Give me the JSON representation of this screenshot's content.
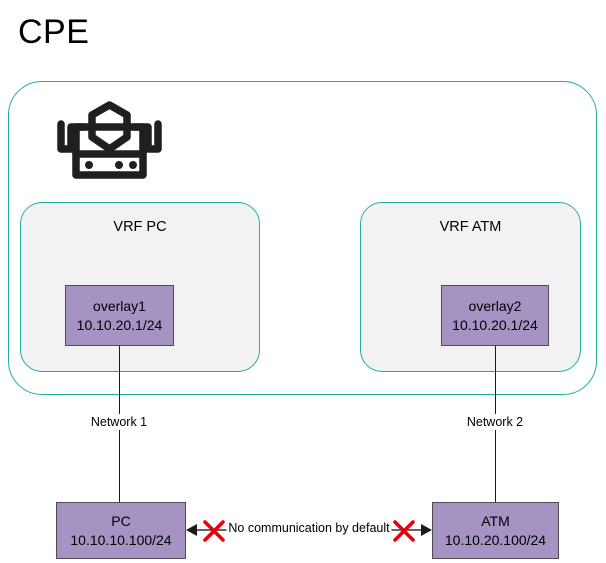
{
  "title": "CPE",
  "colors": {
    "container_border": "#23ad9d",
    "vrf_border": "#23ad9d",
    "vrf_fill": "#f2f2f2",
    "node_fill": "#a593c4",
    "node_border": "#4d4d4d",
    "line": "#1a1a1a",
    "x_mark": "#e8000d",
    "text": "#000000"
  },
  "device": {
    "icon": "firewall-gateway-icon"
  },
  "vrfs": [
    {
      "label": "VRF PC",
      "interface": {
        "name": "overlay1",
        "address": "10.10.20.1/24"
      },
      "network_label": "Network 1",
      "host": {
        "name": "PC",
        "address": "10.10.10.100/24"
      }
    },
    {
      "label": "VRF ATM",
      "interface": {
        "name": "overlay2",
        "address": "10.10.20.1/24"
      },
      "network_label": "Network 2",
      "host": {
        "name": "ATM",
        "address": "10.10.20.100/24"
      }
    }
  ],
  "annotation": {
    "no_communication": "No communication by default",
    "marker": "x-mark-icon"
  }
}
